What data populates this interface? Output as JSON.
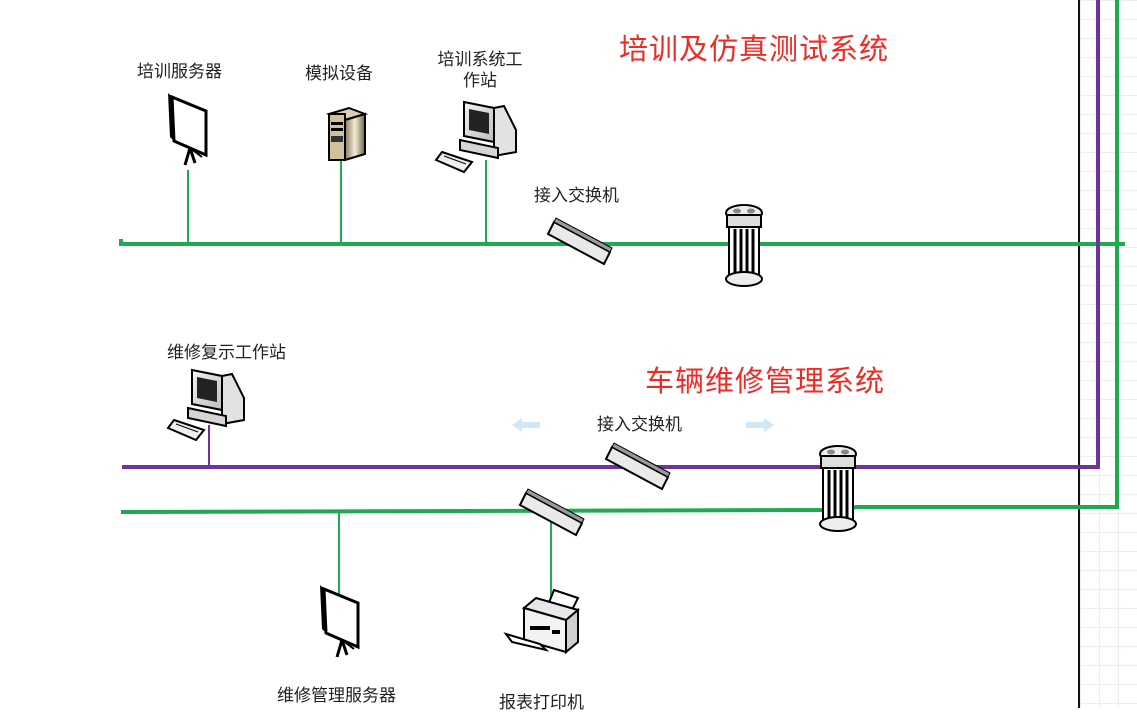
{
  "titles": {
    "training_system": "培训及仿真测试系统",
    "maintenance_system": "车辆维修管理系统"
  },
  "labels": {
    "training_server": "培训服务器",
    "simulation_device": "模拟设备",
    "training_workstation_line1": "培训系统工",
    "training_workstation_line2": "作站",
    "access_switch_top": "接入交换机",
    "repair_review_workstation": "维修复示工作站",
    "access_switch_bottom": "接入交换机",
    "maintenance_server": "维修管理服务器",
    "report_printer": "报表打印机"
  },
  "colors": {
    "network_green": "#1faa4f",
    "network_purple": "#7030a0",
    "title_red": "#ee2b24",
    "arrow_light_blue": "#cfe8f7"
  }
}
